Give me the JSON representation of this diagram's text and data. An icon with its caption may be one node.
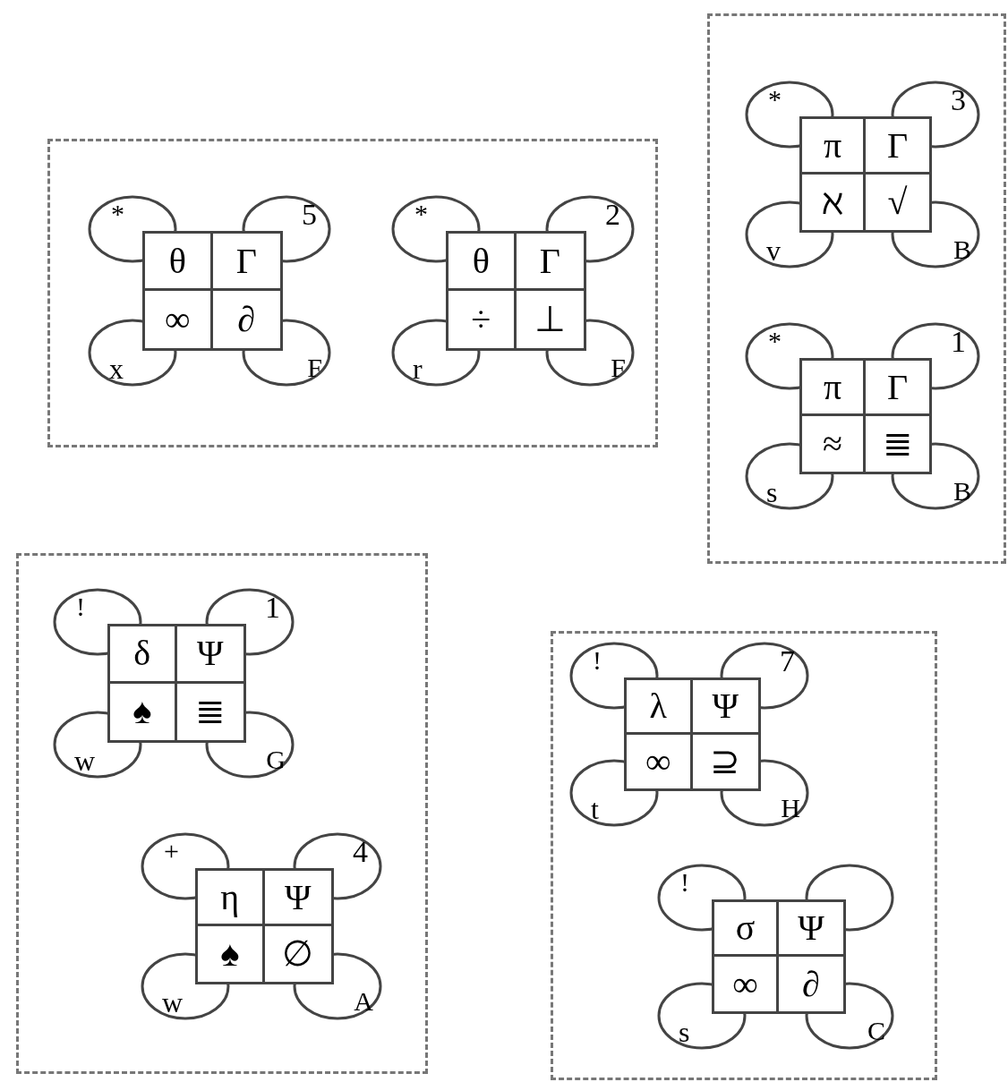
{
  "diagram": {
    "nodes": [
      {
        "text": [],
        "shape": "box"
      },
      {
        "text": [
          "θ",
          "Γ",
          "∞",
          "∂"
        ],
        "in": 0
      },
      {
        "text": [
          "*"
        ],
        "in": 0
      },
      {
        "text": [
          "5"
        ],
        "in": 0
      },
      {
        "text": [
          "x"
        ],
        "in": 0
      },
      {
        "text": [
          "F"
        ],
        "in": 0
      },
      {
        "text": [
          "θ",
          "Γ",
          "÷",
          "⊥"
        ],
        "in": 0
      },
      {
        "text": [
          "*"
        ],
        "in": 0
      },
      {
        "text": [
          "2"
        ],
        "in": 0
      },
      {
        "text": [
          "r"
        ],
        "in": 0
      },
      {
        "text": [
          "F"
        ],
        "in": 0
      },
      {
        "text": [],
        "shape": "box"
      },
      {
        "text": [
          "π",
          "Γ",
          "ℵ",
          "√"
        ],
        "in": 11
      },
      {
        "text": [
          "*"
        ],
        "in": 11
      },
      {
        "text": [
          "3"
        ],
        "in": 11
      },
      {
        "text": [
          "v"
        ],
        "in": 11
      },
      {
        "text": [
          "B"
        ],
        "in": 11
      },
      {
        "text": [
          "π",
          "Γ",
          "≈",
          "≣"
        ],
        "in": 11
      },
      {
        "text": [
          "*"
        ],
        "in": 11
      },
      {
        "text": [
          "1"
        ],
        "in": 11
      },
      {
        "text": [
          "s"
        ],
        "in": 11
      },
      {
        "text": [
          "B"
        ],
        "in": 11
      },
      {
        "text": [],
        "shape": "box"
      },
      {
        "text": [
          "δ",
          "Ψ",
          "♠",
          "≣"
        ],
        "in": 22
      },
      {
        "text": [
          "!"
        ],
        "in": 22
      },
      {
        "text": [
          "1"
        ],
        "in": 22
      },
      {
        "text": [
          "w"
        ],
        "in": 22
      },
      {
        "text": [
          "G"
        ],
        "in": 22
      },
      {
        "text": [
          "η",
          "Ψ",
          "♠",
          "∅"
        ],
        "in": 22
      },
      {
        "text": [
          "+"
        ],
        "in": 22
      },
      {
        "text": [
          "4"
        ],
        "in": 22
      },
      {
        "text": [
          "w"
        ],
        "in": 22
      },
      {
        "text": [
          "A"
        ],
        "in": 22
      },
      {
        "text": [],
        "shape": "box"
      },
      {
        "text": [
          "λ",
          "Ψ",
          "∞",
          "⊇"
        ],
        "in": 33
      },
      {
        "text": [
          "!"
        ],
        "in": 33
      },
      {
        "text": [
          "7"
        ],
        "in": 33
      },
      {
        "text": [
          "t"
        ],
        "in": 33
      },
      {
        "text": [
          "H"
        ],
        "in": 33
      },
      {
        "text": [
          "σ",
          "Ψ",
          "∞",
          "∂"
        ],
        "in": 33
      },
      {
        "text": [
          "!"
        ],
        "in": 33
      },
      {
        "text": [],
        "shape": "ellipse",
        "in": 33
      },
      {
        "text": [
          "s"
        ],
        "in": 33
      },
      {
        "text": [
          "C"
        ],
        "in": 33
      }
    ]
  }
}
